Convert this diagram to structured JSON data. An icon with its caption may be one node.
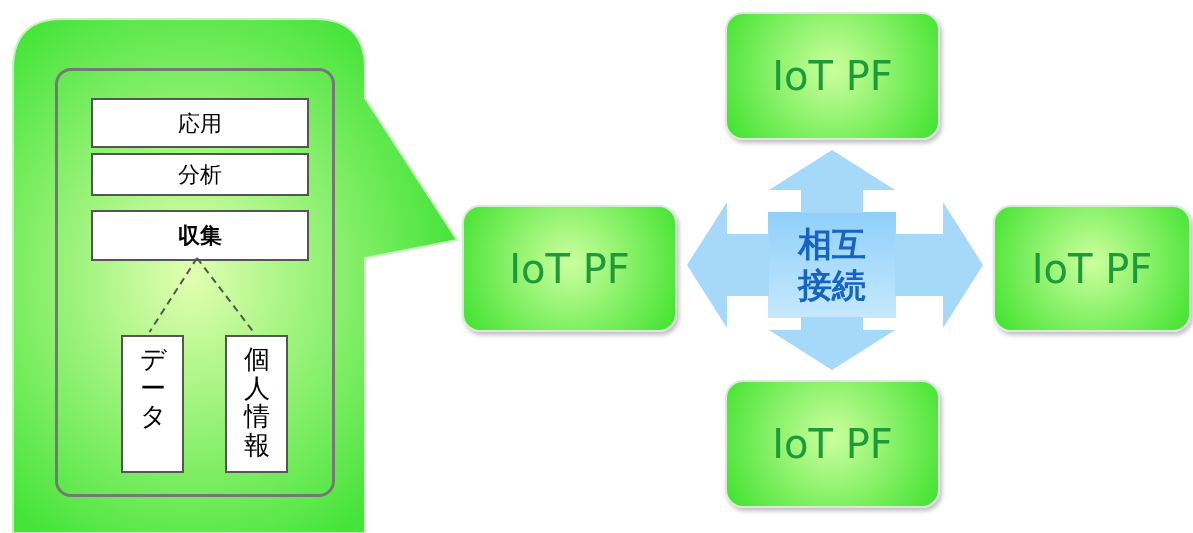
{
  "diagram": {
    "nodes": [
      {
        "text": [],
        "shape": "callout"
      },
      {
        "text": [],
        "shape": "box",
        "in": 0
      },
      {
        "text": [
          "応用"
        ],
        "in": 1
      },
      {
        "text": [
          "分析"
        ],
        "in": 1
      },
      {
        "text": [
          "収集"
        ],
        "in": 1
      },
      {
        "text": [
          "データ"
        ],
        "in": 1
      },
      {
        "text": [
          "個人情報"
        ],
        "in": 1
      },
      {
        "text": [
          "IoT PF"
        ]
      },
      {
        "text": [
          "IoT PF"
        ]
      },
      {
        "text": [
          "相互接続"
        ]
      },
      {
        "text": [
          "IoT PF"
        ]
      },
      {
        "text": [
          "IoT PF"
        ]
      }
    ],
    "edges": [
      {
        "from": 4,
        "to": 5,
        "arrow": "none",
        "style": "dashed",
        "color": "#555555"
      },
      {
        "from": 4,
        "to": 6,
        "arrow": "none",
        "style": "dashed",
        "color": "#555555"
      },
      {
        "from": 9,
        "to": 7,
        "arrow": "to"
      },
      {
        "from": 9,
        "to": 8,
        "arrow": "to"
      },
      {
        "from": 9,
        "to": 10,
        "arrow": "to"
      },
      {
        "from": 9,
        "to": 11,
        "arrow": "to"
      }
    ]
  }
}
